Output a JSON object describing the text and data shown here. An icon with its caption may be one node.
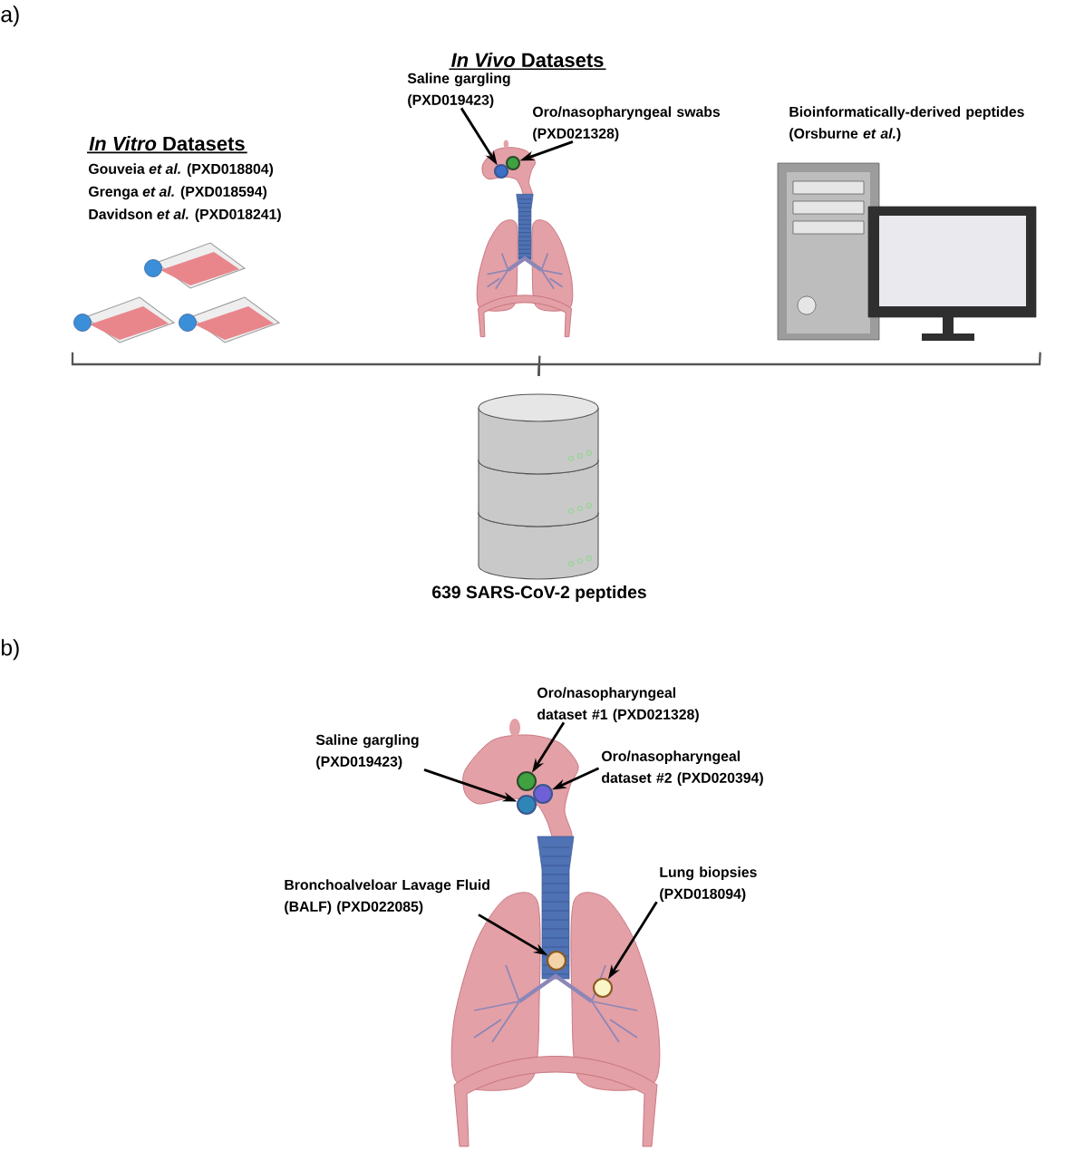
{
  "diagram": {
    "nodes": [
      {
        "text": [],
        "shape": "picture"
      },
      {
        "text": [],
        "shape": "picture"
      },
      {
        "text": [
          "Saline gargling (PXD019423)"
        ]
      },
      {
        "text": [
          "Oro/nasopharyngeal swabs (PXD021328)"
        ]
      },
      {
        "text": [],
        "shape": "circle",
        "in": 1
      },
      {
        "text": [],
        "shape": "circle",
        "in": 1
      },
      {
        "text": [],
        "shape": "picture",
        "beside": [
          "Bioinformatically-derived peptides (Orsburne *et al.*)"
        ]
      },
      {
        "text": [],
        "shape": "cylinder",
        "beside": [
          "639 SARS-CoV-2 peptides"
        ]
      },
      {
        "text": [],
        "shape": "picture"
      },
      {
        "text": [
          "Oro/nasopharyngeal dataset #1 (PXD021328)"
        ]
      },
      {
        "text": [
          "Saline gargling (PXD019423)"
        ]
      },
      {
        "text": [
          "Oro/nasopharyngeal dataset #2 (PXD020394)"
        ]
      },
      {
        "text": [
          "Bronchoalveloar Lavage Fluid (BALF) (PXD022085)"
        ]
      },
      {
        "text": [
          "Lung biopsies (PXD018094)"
        ]
      },
      {
        "text": [],
        "shape": "circle",
        "in": 8
      },
      {
        "text": [],
        "shape": "circle",
        "in": 8
      },
      {
        "text": [],
        "shape": "circle",
        "in": 8
      },
      {
        "text": [],
        "shape": "circle",
        "in": 8
      },
      {
        "text": [],
        "shape": "circle",
        "in": 8
      }
    ],
    "edges": [
      {
        "from": 2,
        "to": 4,
        "arrow": "to"
      },
      {
        "from": 3,
        "to": 5,
        "arrow": "to"
      },
      {
        "from": 0,
        "to": 7,
        "arrow": "none"
      },
      {
        "from": 1,
        "to": 7,
        "arrow": "none"
      },
      {
        "from": 6,
        "to": 7,
        "arrow": "none"
      },
      {
        "from": 9,
        "to": 14,
        "arrow": "to"
      },
      {
        "from": 10,
        "to": 16,
        "arrow": "to"
      },
      {
        "from": 11,
        "to": 15,
        "arrow": "to"
      },
      {
        "from": 12,
        "to": 17,
        "arrow": "to"
      },
      {
        "from": 13,
        "to": 18,
        "arrow": "to"
      }
    ],
    "labels": [
      "a)",
      "*In Vivo* Datasets",
      "*In Vitro* Datasets",
      "Gouveia *et al.* (PXD018804)",
      "Grenga *et al.* (PXD018594)",
      "Davidson *et al.* (PXD018241)",
      "b)"
    ]
  }
}
